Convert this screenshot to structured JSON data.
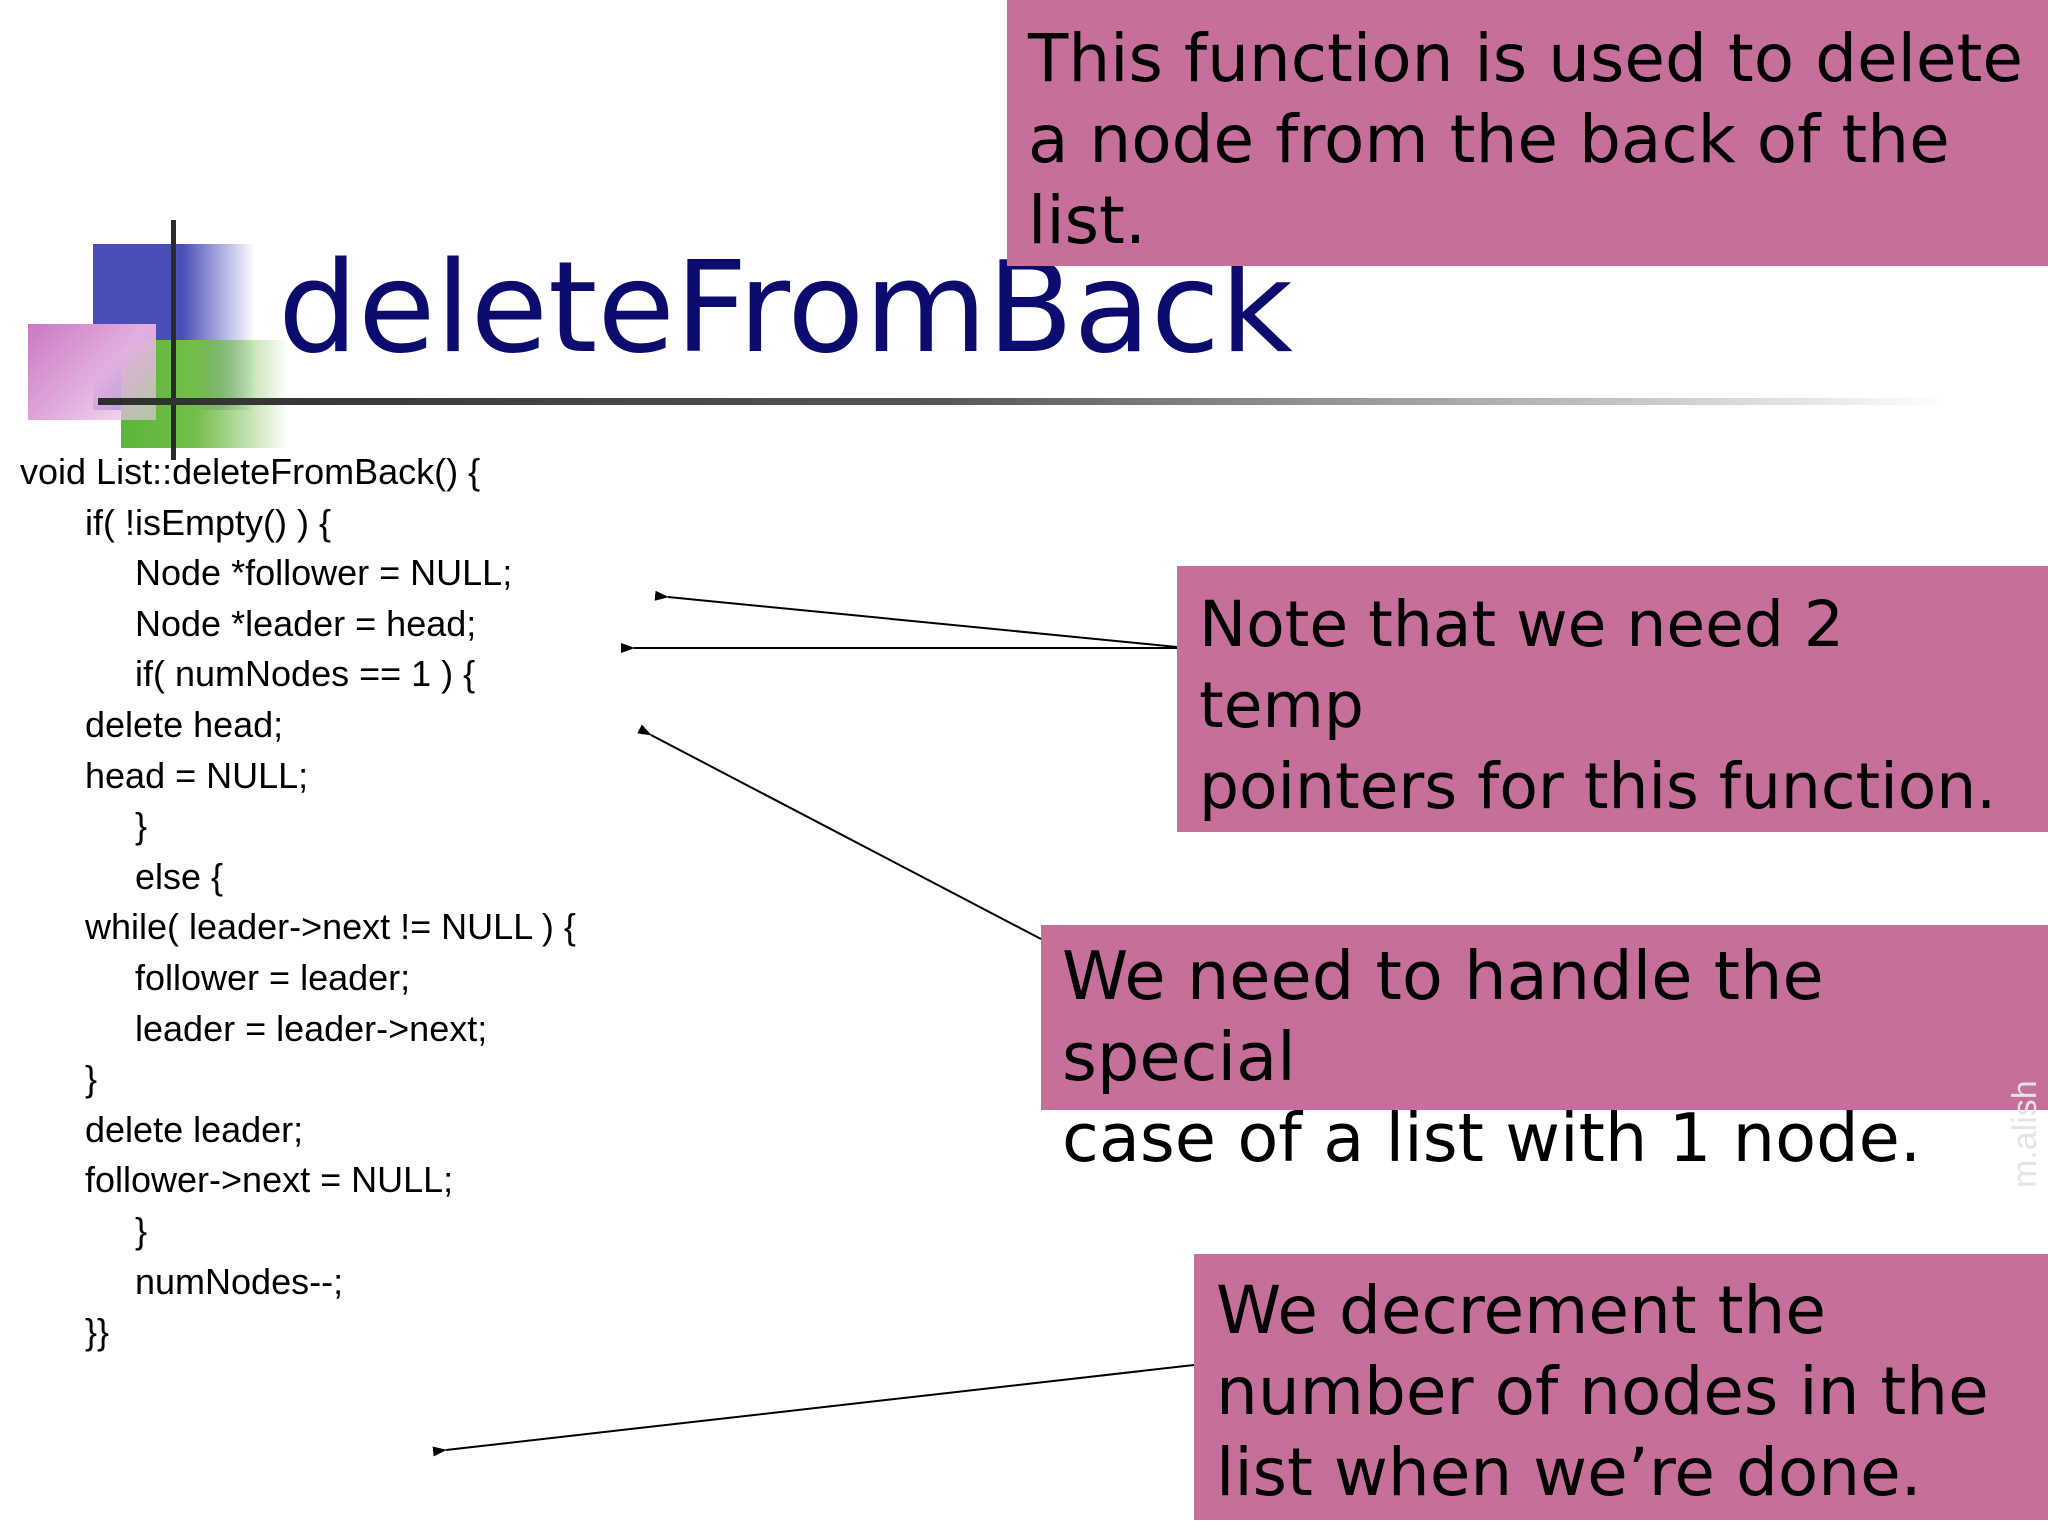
{
  "slide": {
    "title": "deleteFromBack",
    "code_lines": [
      "void List::deleteFromBack() {",
      "if( !isEmpty() ) {",
      "Node *follower = NULL;",
      "Node *leader = head;",
      "if( numNodes == 1 ) {",
      "delete head;",
      "head = NULL;",
      "}",
      "else {",
      "while( leader->next != NULL ) {",
      "follower = leader;",
      "leader = leader->next;",
      "}",
      "delete leader;",
      "follower->next = NULL;",
      "}",
      "numNodes--;",
      "}}"
    ],
    "callouts": {
      "function_purpose": [
        "This function is used to delete",
        "a node from the back of the",
        "list."
      ],
      "temp_pointers": [
        "Note that we need 2",
        "temp",
        "pointers for this function."
      ],
      "special_case": [
        "We need to handle the special",
        "case of a list with 1 node."
      ],
      "decrement": [
        "We decrement the",
        "number of nodes in the",
        "list when we’re done."
      ]
    },
    "watermark": "m.alish",
    "colors": {
      "callout_bg": "#c66f9a",
      "title": "#0c0c6e",
      "logo_blue": "#4a4fb8",
      "logo_green": "#5ab53b",
      "logo_pink": "#c978c3"
    }
  }
}
